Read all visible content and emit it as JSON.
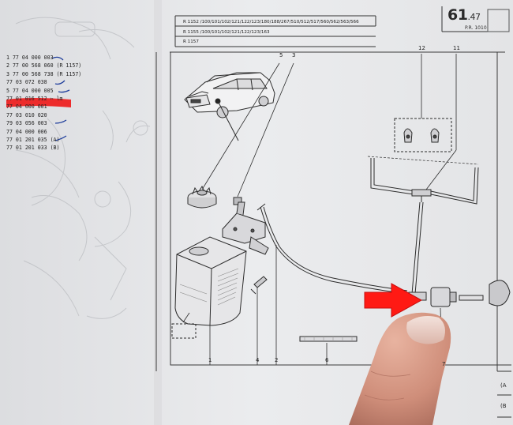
{
  "page_header": {
    "page_number_main": "61",
    "page_number_sub": ".47",
    "page_ref": "P.R. 1010"
  },
  "models": [
    "R 1152   /100/101/102/121/122/123/180/188/267/510/512/517/560/562/563/566",
    "R 1155   /100/101/102/121/122/123/163",
    "R 1157"
  ],
  "part_numbers": [
    "1  77 04 000 003",
    "2  77 00 568 060 (R 1157)",
    "3  77 00 568 738 (R 1157)",
    "   77 03 072 038",
    "5  77 04 000 005",
    "   77 01 016 512 ✂ lm",
    "   77 04 000 001",
    "   77 03 010 020",
    "   79 03 056 003",
    "   77 04 000 006",
    "   77 01 201 035 (A)",
    "   77 01 201 033 (B)"
  ],
  "callouts": {
    "c1": "1",
    "c2": "2",
    "c3": "3",
    "c4": "4",
    "c5": "5",
    "c6": "6",
    "c7": "7",
    "c11": "11",
    "c12": "12"
  },
  "side_tabs": [
    "(A",
    "(B"
  ],
  "colors": {
    "highlight_marker": "#ee1c1c",
    "arrow": "#ff1a14",
    "pen_ink": "#1d3c9b",
    "paper": "#e9eaec",
    "line_art": "#2c2c2c"
  },
  "icons": [
    "red-arrow-icon",
    "finger-pointer"
  ]
}
